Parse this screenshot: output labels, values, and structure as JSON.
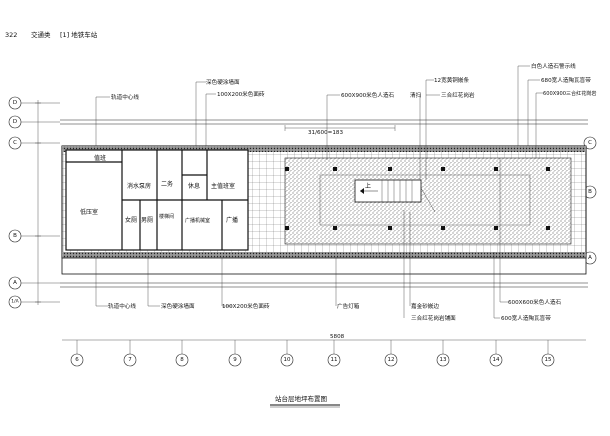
{
  "header": {
    "page_number": "322",
    "category": "交通类",
    "section": "[1] 地铁车站"
  },
  "drawing_title": "站台层地坪布置图",
  "top_labels": [
    "轨道中心线",
    "深色硬涂墙面",
    "100X200米色面砖",
    "600X900米色人造石",
    "清扫",
    "12宽黄铜嵌条",
    "三合红花岗岩",
    "白色人造石警示线",
    "680宽人造陶瓦盲带",
    "600X900三合红花岗岩"
  ],
  "bottom_labels": [
    "轨道中心线",
    "深色硬涂墙面",
    "100X200米色面砖",
    "广告灯箱",
    "嘉金砂嵌边",
    "三合红花岗岩铺面",
    "600X600米色人造石",
    "600宽人造陶瓦盲带"
  ],
  "rooms": {
    "duty": "值班",
    "low_voltage": "低压室",
    "pump": "消水泵房",
    "service": "二务",
    "rest": "休息",
    "station_master": "主值班室",
    "female_wc": "女厕",
    "male_wc": "男厕",
    "stair": "楼梯间",
    "broadcast": "广播机械室",
    "broadcast_2": "广播"
  },
  "stair_label": "上",
  "dimension_top": "31/600=183",
  "dimension_bottom": "5808",
  "row_axes": [
    "D",
    "D",
    "C",
    "B",
    "A",
    "1/A"
  ],
  "col_axes": [
    "6",
    "7",
    "8",
    "9",
    "10",
    "11",
    "12",
    "13",
    "14",
    "15"
  ]
}
